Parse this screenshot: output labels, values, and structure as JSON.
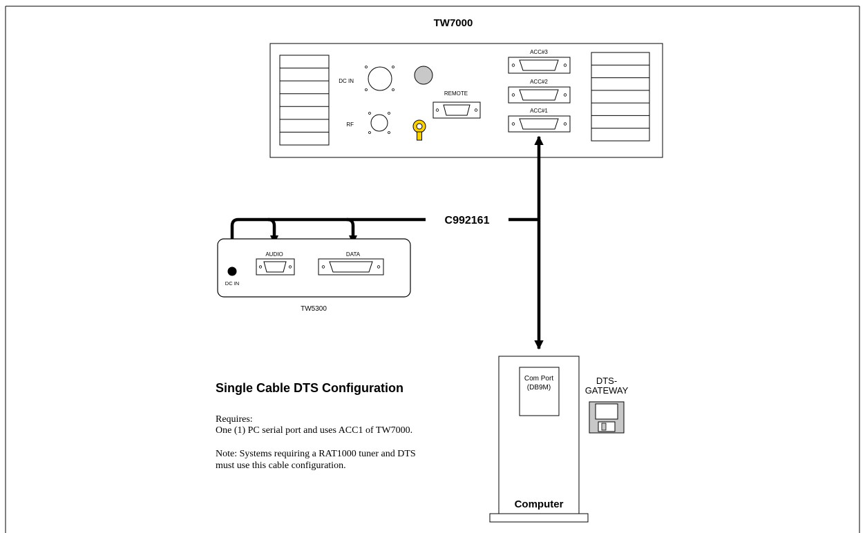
{
  "tw7000": {
    "title": "TW7000",
    "labels": {
      "dc_in": "DC IN",
      "rf": "RF",
      "remote": "REMOTE",
      "acc3": "ACC#3",
      "acc2": "ACC#2",
      "acc1": "ACC#1"
    },
    "accent_color": "#ffd200",
    "knob_color": "#c8c8c8"
  },
  "cable": {
    "part_number": "C992161"
  },
  "tw5300": {
    "title": "TW5300",
    "labels": {
      "audio": "AUDIO",
      "data": "DATA",
      "dc_in": "DC IN"
    }
  },
  "computer": {
    "label": "Computer",
    "com_port_line1": "Com Port",
    "com_port_line2": "(DB9M)"
  },
  "software": {
    "line1": "DTS-",
    "line2": "GATEWAY",
    "icon": "floppy-disk-icon"
  },
  "description": {
    "heading": "Single Cable DTS Configuration",
    "requires_label": "Requires:",
    "requires_text": "One (1) PC serial port and uses ACC1 of TW7000.",
    "note_line1": "Note: Systems requiring a RAT1000 tuner and DTS",
    "note_line2": "must use this cable configuration."
  }
}
